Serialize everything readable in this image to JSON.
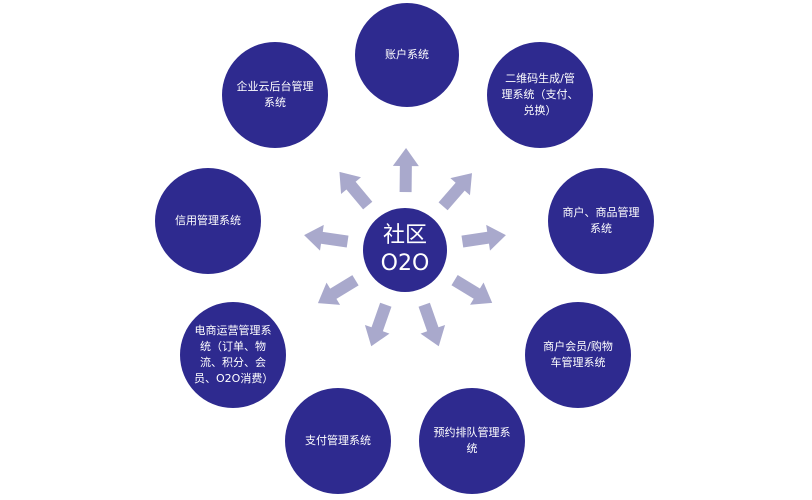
{
  "center": {
    "line1": "社区",
    "line2": "O2O"
  },
  "nodes": [
    {
      "label": "账户系统"
    },
    {
      "label": "二维码生成/管理系统（支付、兑换）"
    },
    {
      "label": "商户、商品管理系统"
    },
    {
      "label": "商户会员/购物车管理系统"
    },
    {
      "label": "预约排队管理系统"
    },
    {
      "label": "支付管理系统"
    },
    {
      "label": "电商运营管理系统（订单、物流、积分、会员、O2O消费）"
    },
    {
      "label": "信用管理系统"
    },
    {
      "label": "企业云后台管理系统"
    }
  ],
  "colors": {
    "circle": "#2e2a8f",
    "arrow": "#a9a9cc"
  }
}
